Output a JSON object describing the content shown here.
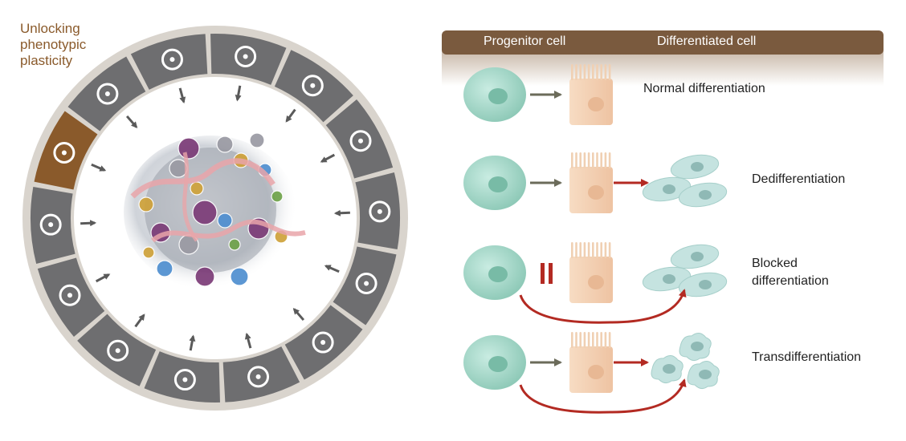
{
  "left": {
    "label_lines": [
      "Unlocking",
      "phenotypic",
      "plasticity"
    ],
    "ring_colors": {
      "outer": "#d9d4cd",
      "segment": "#6d6d6f",
      "highlight": "#8a5a2b",
      "arrow": "#5a5a5a"
    },
    "segments": [
      {
        "icon": "key-icon",
        "highlight": true
      },
      {
        "icon": "turn-arrow-icon"
      },
      {
        "icon": "no-entry-icon"
      },
      {
        "icon": "cell-cycle-icon"
      },
      {
        "icon": "dying-cell-icon"
      },
      {
        "icon": "infinity-icon"
      },
      {
        "icon": "flame-icon"
      },
      {
        "icon": "bacteria-icon"
      },
      {
        "icon": "neuron-icon"
      },
      {
        "icon": "vessel-branch-icon"
      },
      {
        "icon": "leaf-icon"
      },
      {
        "icon": "dna-icon"
      },
      {
        "icon": "dagger-icon"
      },
      {
        "icon": "atom-icon"
      }
    ]
  },
  "right": {
    "header": {
      "progenitor": "Progenitor cell",
      "differentiated": "Differentiated cell",
      "bar_color": "#7a5a3e"
    },
    "colors": {
      "progenitor": "#a9d9cb",
      "columnar": "#f4d3b5",
      "dediff": "#c5e3e0",
      "grey_arrow": "#6b6b5a",
      "red_arrow": "#b32a22"
    },
    "rows": [
      {
        "label_lines": [
          "Normal differentiation"
        ]
      },
      {
        "label_lines": [
          "Dedifferentiation"
        ]
      },
      {
        "label_lines": [
          "Blocked",
          "differentiation"
        ]
      },
      {
        "label_lines": [
          "Transdifferentiation"
        ]
      }
    ]
  }
}
